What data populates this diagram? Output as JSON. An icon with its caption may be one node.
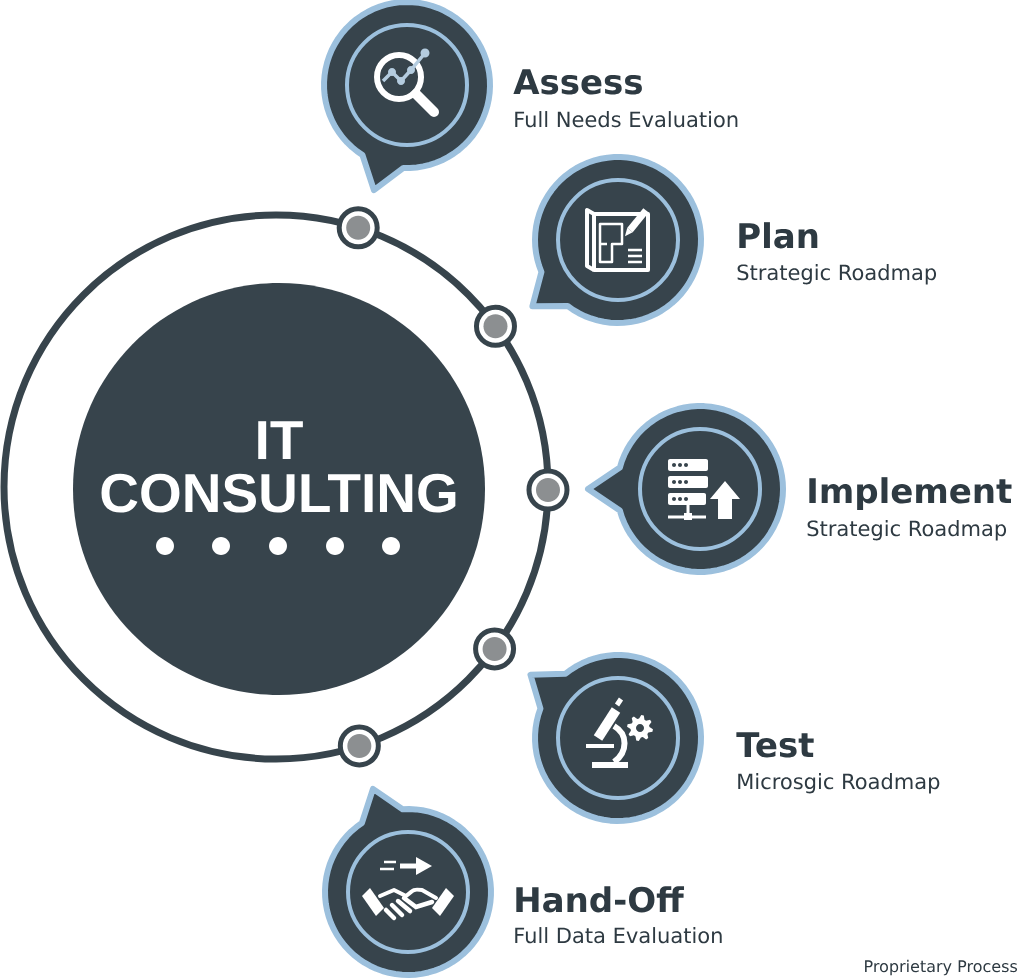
{
  "diagram": {
    "nodes": [
      {
        "text": [
          "IT CONSULTING"
        ]
      },
      {
        "text": [
          "Assess",
          "Full Needs Evaluation"
        ]
      },
      {
        "text": [
          "Plan",
          "Strategic Roadmap"
        ]
      },
      {
        "text": [
          "Implement",
          "Strategic Roadmap"
        ]
      },
      {
        "text": [
          "Test",
          "Microsgic Roadmap"
        ]
      },
      {
        "text": [
          "Hand-Off",
          "Full Data Evaluation"
        ]
      }
    ],
    "labels": [
      "Proprietary Process"
    ]
  }
}
